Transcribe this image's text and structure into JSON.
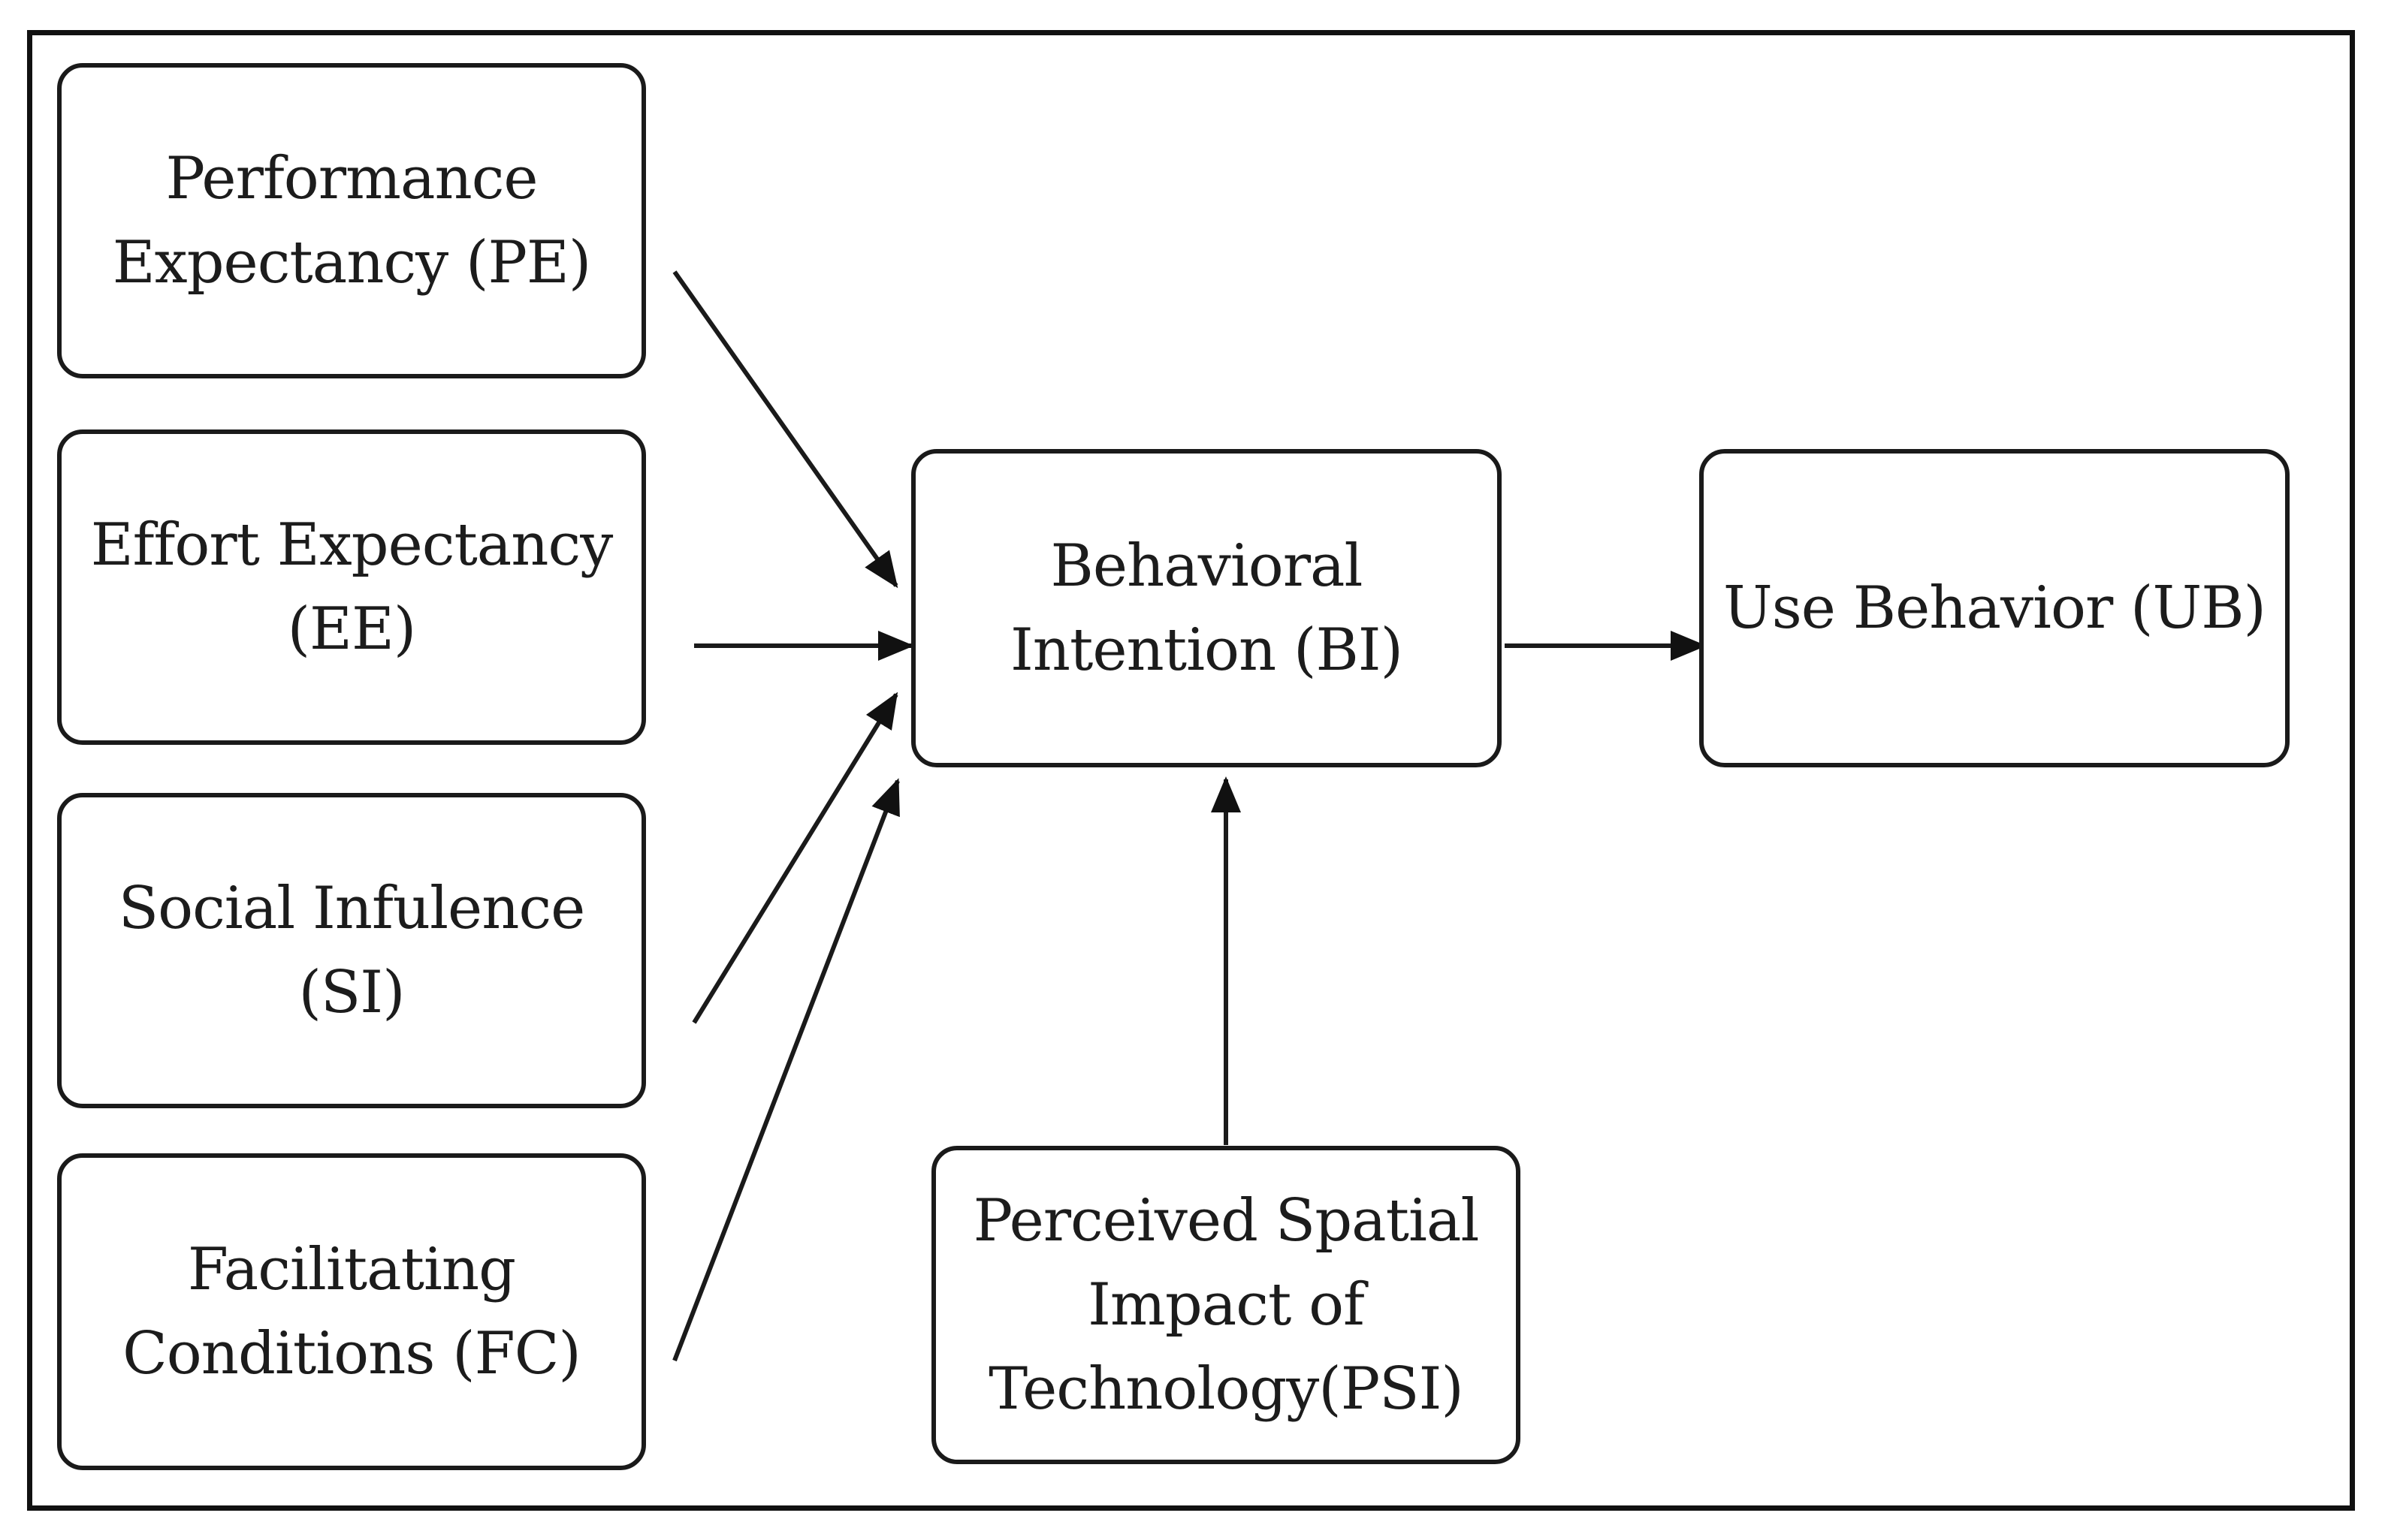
{
  "diagram": {
    "nodes": {
      "pe": {
        "label": "Performance\nExpectancy (PE)"
      },
      "ee": {
        "label": "Effort Expectancy\n(EE)"
      },
      "si": {
        "label": "Social Infulence\n(SI)"
      },
      "fc": {
        "label": "Facilitating\nConditions (FC)"
      },
      "bi": {
        "label": "Behavioral\nIntention (BI)"
      },
      "ub": {
        "label": "Use Behavior (UB)"
      },
      "psi": {
        "label": "Perceived Spatial\nImpact of\nTechnology(PSI)"
      }
    },
    "edges": [
      {
        "from": "pe",
        "to": "bi"
      },
      {
        "from": "ee",
        "to": "bi"
      },
      {
        "from": "si",
        "to": "bi"
      },
      {
        "from": "fc",
        "to": "bi"
      },
      {
        "from": "psi",
        "to": "bi"
      },
      {
        "from": "bi",
        "to": "ub"
      }
    ],
    "colors": {
      "stroke": "#1a1a1a",
      "background": "#ffffff"
    }
  }
}
